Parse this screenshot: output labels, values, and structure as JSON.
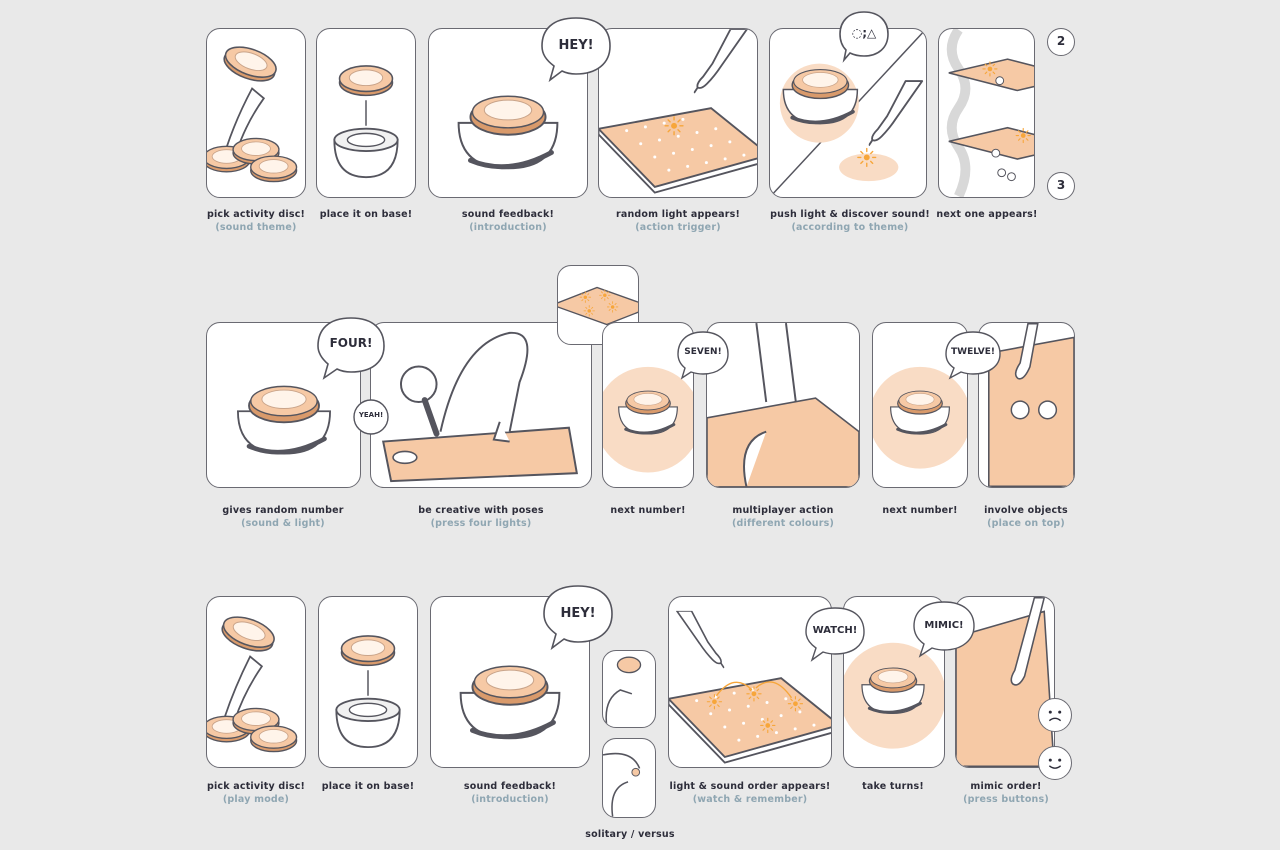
{
  "colors": {
    "accent": "#f6c9a5",
    "accent_dark": "#d99a6b",
    "light": "#f7a63a",
    "ink": "#2d2d3a",
    "sub": "#8fa6b2",
    "panel_bg": "#ffffff",
    "page_bg": "#e9e9e9"
  },
  "rows": [
    {
      "steps": [
        {
          "title": "pick activity disc!",
          "sub": "(sound theme)"
        },
        {
          "title": "place it on base!",
          "sub": ""
        },
        {
          "title": "sound feedback!",
          "sub": "(introduction)"
        },
        {
          "title": "random light appears!",
          "sub": "(action trigger)"
        },
        {
          "title": "push light & discover sound!",
          "sub": "(according to theme)"
        },
        {
          "title": "next one appears!",
          "sub": ""
        }
      ],
      "bubbles": [
        "HEY!",
        "◌;△"
      ],
      "numbers": [
        "2",
        "3"
      ]
    },
    {
      "steps": [
        {
          "title": "gives random number",
          "sub": "(sound & light)"
        },
        {
          "title": "be creative with poses",
          "sub": "(press four lights)"
        },
        {
          "title": "next number!",
          "sub": ""
        },
        {
          "title": "multiplayer action",
          "sub": "(different colours)"
        },
        {
          "title": "next number!",
          "sub": ""
        },
        {
          "title": "involve objects",
          "sub": "(place on top)"
        }
      ],
      "bubbles": [
        "FOUR!",
        "YEAH!",
        "SEVEN!",
        "TWELVE!"
      ]
    },
    {
      "steps": [
        {
          "title": "pick activity disc!",
          "sub": "(play mode)"
        },
        {
          "title": "place it on base!",
          "sub": ""
        },
        {
          "title": "sound feedback!",
          "sub": "(introduction)"
        },
        {
          "title": "solitary / versus",
          "sub": ""
        },
        {
          "title": "light & sound order appears!",
          "sub": "(watch & remember)"
        },
        {
          "title": "take turns!",
          "sub": ""
        },
        {
          "title": "mimic order!",
          "sub": "(press buttons)"
        }
      ],
      "bubbles": [
        "HEY!",
        "WATCH!",
        "MIMIC!"
      ]
    }
  ]
}
